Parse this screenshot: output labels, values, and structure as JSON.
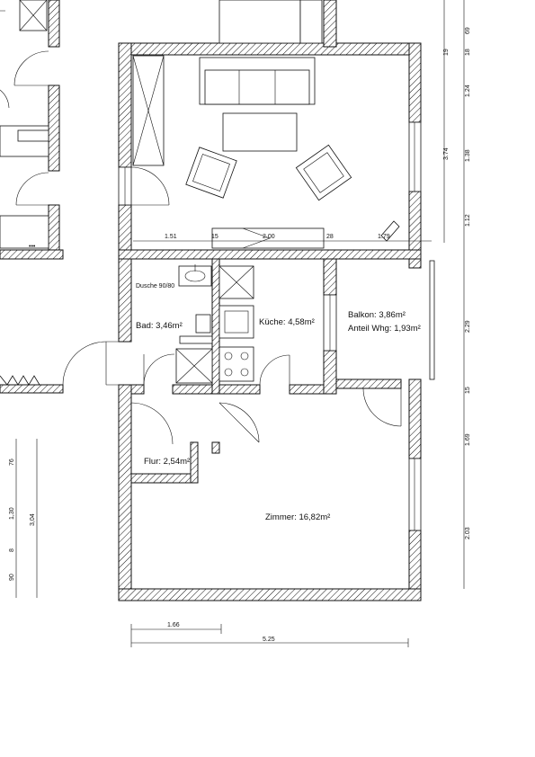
{
  "rooms": {
    "dusche": "Dusche 90/80",
    "bad": "Bad: 3,46m²",
    "kueche": "Küche: 4,58m²",
    "balkon": "Balkon: 3,86m²",
    "balkon_anteil": "Anteil Whg: 1,93m²",
    "flur": "Flur: 2,54m²",
    "zimmer": "Zimmer: 16,82m²"
  },
  "dimensions": {
    "living_row": [
      "1.51",
      "15",
      "2.00",
      "28",
      "1.79"
    ],
    "right_column": [
      "69",
      "19",
      "18",
      "1.24",
      "1.38",
      "3.74",
      "1.12",
      "2.29",
      "15",
      "1.69",
      "2.03"
    ],
    "left_column": [
      "76",
      "1,30",
      "8",
      "90",
      "3,04"
    ],
    "bottom": [
      "1.66",
      "5.25"
    ]
  }
}
